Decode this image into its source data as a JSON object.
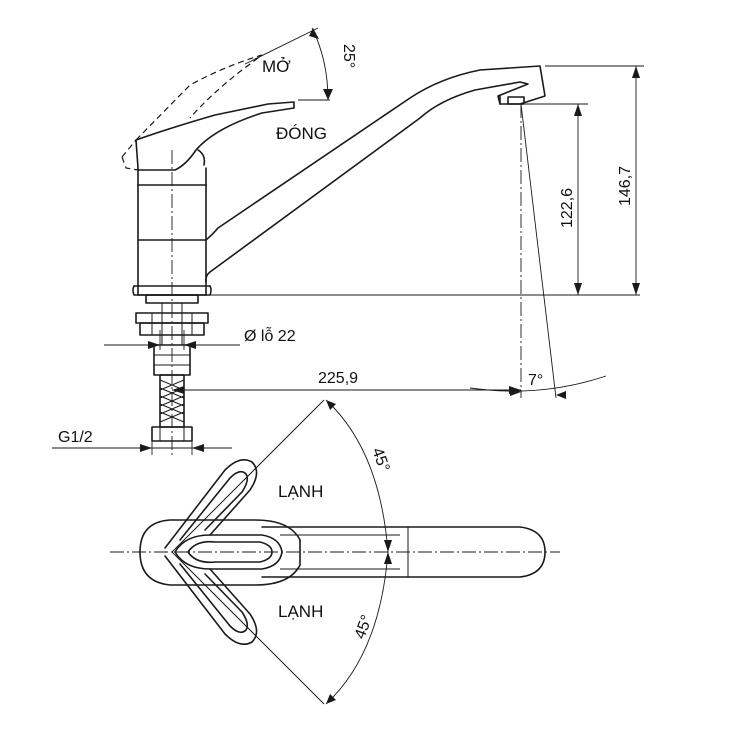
{
  "labels": {
    "open": "MỞ",
    "closed": "ĐÓNG",
    "cold_upper": "LẠNH",
    "cold_lower": "LẠNH"
  },
  "dimensions": {
    "handle_angle": "25°",
    "spout_height": "122,6",
    "total_height": "146,7",
    "hole_diameter": "Ø lỗ 22",
    "spout_reach": "225,9",
    "spout_tilt": "7°",
    "thread": "G1/2",
    "rotate_upper": "45°",
    "rotate_lower": "45°"
  }
}
